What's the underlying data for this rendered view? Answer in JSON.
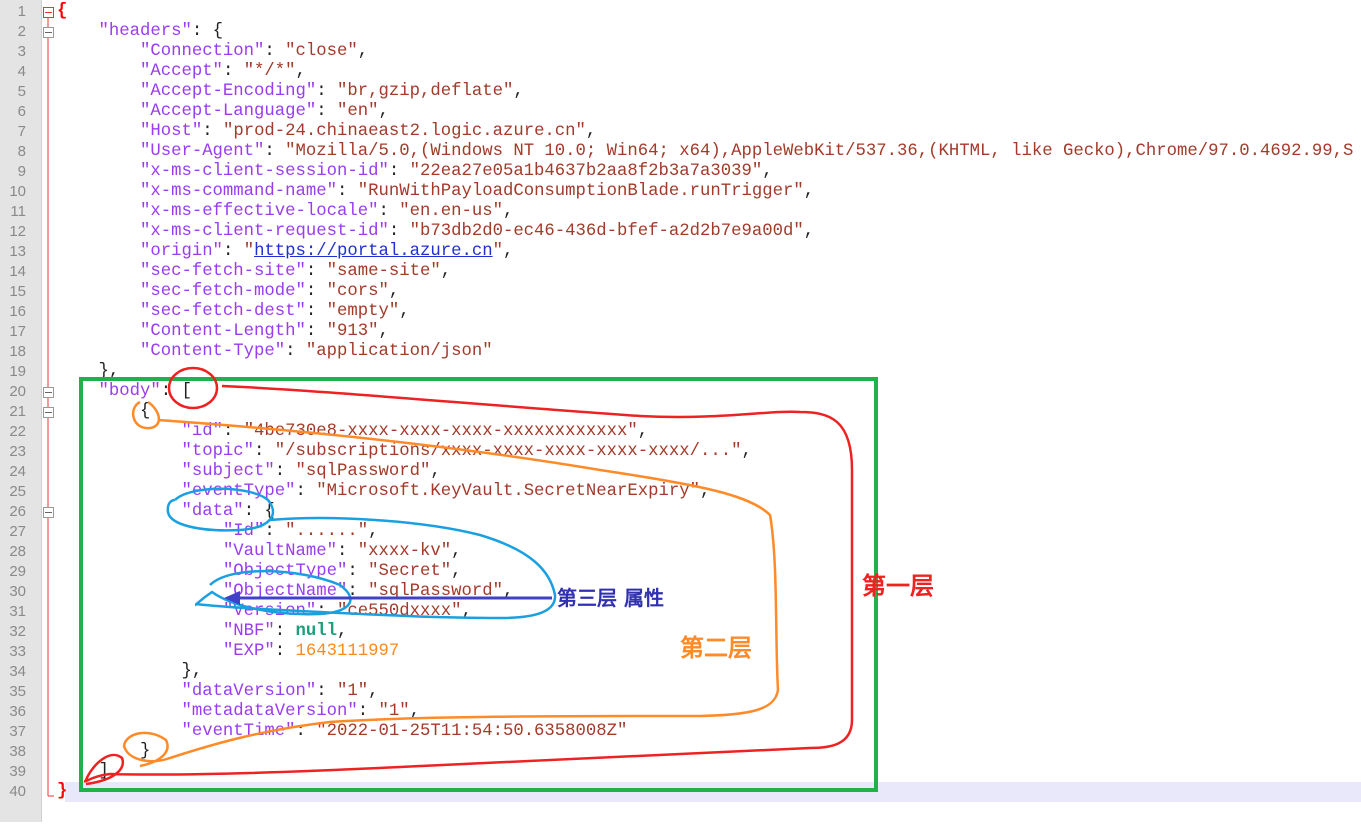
{
  "editor": {
    "current_line": 40,
    "lines": [
      [
        [
          "rb",
          "{"
        ]
      ],
      [
        [
          "p",
          "    "
        ],
        [
          "k",
          "\"headers\""
        ],
        [
          "p",
          ": {"
        ]
      ],
      [
        [
          "p",
          "        "
        ],
        [
          "k",
          "\"Connection\""
        ],
        [
          "p",
          ": "
        ],
        [
          "s",
          "\"close\""
        ],
        [
          "p",
          ","
        ]
      ],
      [
        [
          "p",
          "        "
        ],
        [
          "k",
          "\"Accept\""
        ],
        [
          "p",
          ": "
        ],
        [
          "s",
          "\"*/*\""
        ],
        [
          "p",
          ","
        ]
      ],
      [
        [
          "p",
          "        "
        ],
        [
          "k",
          "\"Accept-Encoding\""
        ],
        [
          "p",
          ": "
        ],
        [
          "s",
          "\"br,gzip,deflate\""
        ],
        [
          "p",
          ","
        ]
      ],
      [
        [
          "p",
          "        "
        ],
        [
          "k",
          "\"Accept-Language\""
        ],
        [
          "p",
          ": "
        ],
        [
          "s",
          "\"en\""
        ],
        [
          "p",
          ","
        ]
      ],
      [
        [
          "p",
          "        "
        ],
        [
          "k",
          "\"Host\""
        ],
        [
          "p",
          ": "
        ],
        [
          "s",
          "\"prod-24.chinaeast2.logic.azure.cn\""
        ],
        [
          "p",
          ","
        ]
      ],
      [
        [
          "p",
          "        "
        ],
        [
          "k",
          "\"User-Agent\""
        ],
        [
          "p",
          ": "
        ],
        [
          "s",
          "\"Mozilla/5.0,(Windows NT 10.0; Win64; x64),AppleWebKit/537.36,(KHTML, like Gecko),Chrome/97.0.4692.99,S"
        ]
      ],
      [
        [
          "p",
          "        "
        ],
        [
          "k",
          "\"x-ms-client-session-id\""
        ],
        [
          "p",
          ": "
        ],
        [
          "s",
          "\"22ea27e05a1b4637b2aa8f2b3a7a3039\""
        ],
        [
          "p",
          ","
        ]
      ],
      [
        [
          "p",
          "        "
        ],
        [
          "k",
          "\"x-ms-command-name\""
        ],
        [
          "p",
          ": "
        ],
        [
          "s",
          "\"RunWithPayloadConsumptionBlade.runTrigger\""
        ],
        [
          "p",
          ","
        ]
      ],
      [
        [
          "p",
          "        "
        ],
        [
          "k",
          "\"x-ms-effective-locale\""
        ],
        [
          "p",
          ": "
        ],
        [
          "s",
          "\"en.en-us\""
        ],
        [
          "p",
          ","
        ]
      ],
      [
        [
          "p",
          "        "
        ],
        [
          "k",
          "\"x-ms-client-request-id\""
        ],
        [
          "p",
          ": "
        ],
        [
          "s",
          "\"b73db2d0-ec46-436d-bfef-a2d2b7e9a00d\""
        ],
        [
          "p",
          ","
        ]
      ],
      [
        [
          "p",
          "        "
        ],
        [
          "k",
          "\"origin\""
        ],
        [
          "p",
          ": "
        ],
        [
          "s",
          "\""
        ],
        [
          "u",
          "https://portal.azure.cn"
        ],
        [
          "s",
          "\""
        ],
        [
          "p",
          ","
        ]
      ],
      [
        [
          "p",
          "        "
        ],
        [
          "k",
          "\"sec-fetch-site\""
        ],
        [
          "p",
          ": "
        ],
        [
          "s",
          "\"same-site\""
        ],
        [
          "p",
          ","
        ]
      ],
      [
        [
          "p",
          "        "
        ],
        [
          "k",
          "\"sec-fetch-mode\""
        ],
        [
          "p",
          ": "
        ],
        [
          "s",
          "\"cors\""
        ],
        [
          "p",
          ","
        ]
      ],
      [
        [
          "p",
          "        "
        ],
        [
          "k",
          "\"sec-fetch-dest\""
        ],
        [
          "p",
          ": "
        ],
        [
          "s",
          "\"empty\""
        ],
        [
          "p",
          ","
        ]
      ],
      [
        [
          "p",
          "        "
        ],
        [
          "k",
          "\"Content-Length\""
        ],
        [
          "p",
          ": "
        ],
        [
          "s",
          "\"913\""
        ],
        [
          "p",
          ","
        ]
      ],
      [
        [
          "p",
          "        "
        ],
        [
          "k",
          "\"Content-Type\""
        ],
        [
          "p",
          ": "
        ],
        [
          "s",
          "\"application/json\""
        ]
      ],
      [
        [
          "p",
          "    },"
        ]
      ],
      [
        [
          "p",
          "    "
        ],
        [
          "k",
          "\"body\""
        ],
        [
          "p",
          ": ["
        ]
      ],
      [
        [
          "p",
          "        {"
        ]
      ],
      [
        [
          "p",
          "            "
        ],
        [
          "k",
          "\"id\""
        ],
        [
          "p",
          ": "
        ],
        [
          "s",
          "\"4be730e8-xxxx-xxxx-xxxx-xxxxxxxxxxxx\""
        ],
        [
          "p",
          ","
        ]
      ],
      [
        [
          "p",
          "            "
        ],
        [
          "k",
          "\"topic\""
        ],
        [
          "p",
          ": "
        ],
        [
          "s",
          "\"/subscriptions/xxxx-xxxx-xxxx-xxxx-xxxx/...\""
        ],
        [
          "p",
          ","
        ]
      ],
      [
        [
          "p",
          "            "
        ],
        [
          "k",
          "\"subject\""
        ],
        [
          "p",
          ": "
        ],
        [
          "s",
          "\"sqlPassword\""
        ],
        [
          "p",
          ","
        ]
      ],
      [
        [
          "p",
          "            "
        ],
        [
          "k",
          "\"eventType\""
        ],
        [
          "p",
          ": "
        ],
        [
          "s",
          "\"Microsoft.KeyVault.SecretNearExpiry\""
        ],
        [
          "p",
          ","
        ]
      ],
      [
        [
          "p",
          "            "
        ],
        [
          "k",
          "\"data\""
        ],
        [
          "p",
          ": {"
        ]
      ],
      [
        [
          "p",
          "                "
        ],
        [
          "k",
          "\"Id\""
        ],
        [
          "p",
          ": "
        ],
        [
          "s",
          "\"......\""
        ],
        [
          "p",
          ","
        ]
      ],
      [
        [
          "p",
          "                "
        ],
        [
          "k",
          "\"VaultName\""
        ],
        [
          "p",
          ": "
        ],
        [
          "s",
          "\"xxxx-kv\""
        ],
        [
          "p",
          ","
        ]
      ],
      [
        [
          "p",
          "                "
        ],
        [
          "k",
          "\"ObjectType\""
        ],
        [
          "p",
          ": "
        ],
        [
          "s",
          "\"Secret\""
        ],
        [
          "p",
          ","
        ]
      ],
      [
        [
          "p",
          "                "
        ],
        [
          "k",
          "\"ObjectName\""
        ],
        [
          "p",
          ": "
        ],
        [
          "s",
          "\"sqlPassword\""
        ],
        [
          "p",
          ","
        ]
      ],
      [
        [
          "p",
          "                "
        ],
        [
          "k",
          "\"Version\""
        ],
        [
          "p",
          ": "
        ],
        [
          "s",
          "\"ce550dxxxx\""
        ],
        [
          "p",
          ","
        ]
      ],
      [
        [
          "p",
          "                "
        ],
        [
          "k",
          "\"NBF\""
        ],
        [
          "p",
          ": "
        ],
        [
          "nl",
          "null"
        ],
        [
          "p",
          ","
        ]
      ],
      [
        [
          "p",
          "                "
        ],
        [
          "k",
          "\"EXP\""
        ],
        [
          "p",
          ": "
        ],
        [
          "n",
          "1643111997"
        ]
      ],
      [
        [
          "p",
          "            },"
        ]
      ],
      [
        [
          "p",
          "            "
        ],
        [
          "k",
          "\"dataVersion\""
        ],
        [
          "p",
          ": "
        ],
        [
          "s",
          "\"1\""
        ],
        [
          "p",
          ","
        ]
      ],
      [
        [
          "p",
          "            "
        ],
        [
          "k",
          "\"metadataVersion\""
        ],
        [
          "p",
          ": "
        ],
        [
          "s",
          "\"1\""
        ],
        [
          "p",
          ","
        ]
      ],
      [
        [
          "p",
          "            "
        ],
        [
          "k",
          "\"eventTime\""
        ],
        [
          "p",
          ": "
        ],
        [
          "s",
          "\"2022-01-25T11:54:50.6358008Z\""
        ]
      ],
      [
        [
          "p",
          "        }"
        ]
      ],
      [
        [
          "p",
          "    ]"
        ]
      ],
      [
        [
          "rb",
          "}"
        ]
      ]
    ],
    "fold_lines": [
      1,
      2,
      20,
      21,
      26
    ]
  },
  "annotations": {
    "layer1": "第一层",
    "layer2": "第二层",
    "layer3": "第三层 属性",
    "colors": {
      "layer1": "#ee2222",
      "layer2": "#ff8a28",
      "layer3": "#1aa0e0",
      "arrow": "#4040c8",
      "box": "#22b04a"
    }
  }
}
